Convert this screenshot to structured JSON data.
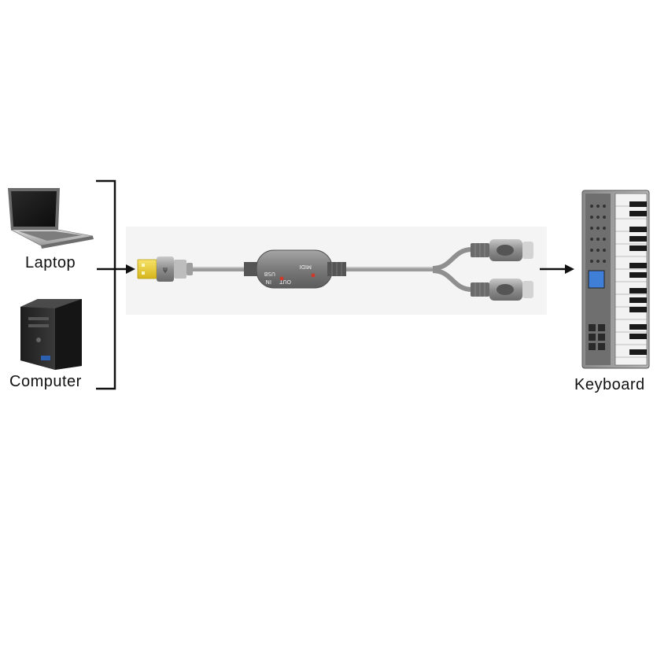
{
  "devices": {
    "laptop": {
      "label": "Laptop",
      "icon": "laptop-icon"
    },
    "computer": {
      "label": "Computer",
      "icon": "desktop-tower-icon"
    },
    "keyboard": {
      "label": "Keyboard",
      "icon": "midi-keyboard-icon"
    }
  },
  "cable": {
    "icon": "usb-midi-cable-icon",
    "usb_text": "USB",
    "midi_text": "MIDI",
    "in_text": "IN",
    "out_text": "OUT"
  },
  "colors": {
    "usb_plug": "#f2d22a",
    "cable_body": "#7a7a7a",
    "led": "#d0382b",
    "arrow": "#111111"
  }
}
